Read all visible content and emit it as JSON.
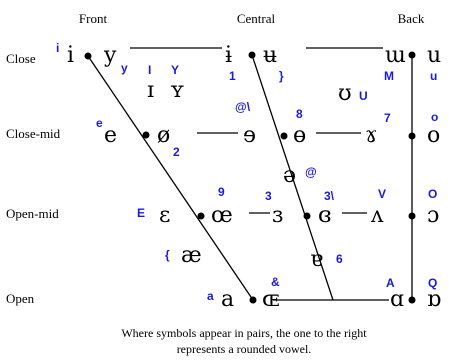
{
  "headers": {
    "front": "Front",
    "central": "Central",
    "back": "Back"
  },
  "rows": {
    "close": "Close",
    "close_mid": "Close-mid",
    "open_mid": "Open-mid",
    "open": "Open"
  },
  "vowels": {
    "close_front_unrounded": "i",
    "close_front_rounded": "y",
    "close_central_unrounded": "ɨ",
    "close_central_rounded": "ʉ",
    "close_back_unrounded": "ɯ",
    "close_back_rounded": "u",
    "near_close_front_unrounded": "ɪ",
    "near_close_front_rounded": "ʏ",
    "near_close_back_rounded": "ʊ",
    "close_mid_front_unrounded": "e",
    "close_mid_front_rounded": "ø",
    "close_mid_central_unrounded": "ɘ",
    "close_mid_central_rounded": "ɵ",
    "close_mid_back_unrounded": "ɤ",
    "close_mid_back_rounded": "o",
    "mid_central": "ə",
    "open_mid_front_unrounded": "ɛ",
    "open_mid_front_rounded": "œ",
    "open_mid_central_unrounded": "ɜ",
    "open_mid_central_rounded": "ɞ",
    "open_mid_back_unrounded": "ʌ",
    "open_mid_back_rounded": "ɔ",
    "near_open_front": "æ",
    "near_open_central": "ɐ",
    "open_front_unrounded": "a",
    "open_front_rounded": "ɶ",
    "open_back_unrounded": "ɑ",
    "open_back_rounded": "ɒ"
  },
  "codes": {
    "i": "i",
    "y": "y",
    "I": "I",
    "Y": "Y",
    "c1": "1",
    "brace_close": "}",
    "M": "M",
    "U": "U",
    "u": "u",
    "e": "e",
    "c2": "2",
    "at_bs": "@\\",
    "c8": "8",
    "c7": "7",
    "o": "o",
    "at": "@",
    "E": "E",
    "c9": "9",
    "c3": "3",
    "c3bs": "3\\",
    "V": "V",
    "O": "O",
    "brace_open": "{",
    "c6": "6",
    "a": "a",
    "amp": "&",
    "A": "A",
    "Q": "Q"
  },
  "caption": {
    "line1": "Where symbols appear in pairs, the one to the right",
    "line2": "represents a rounded vowel."
  }
}
